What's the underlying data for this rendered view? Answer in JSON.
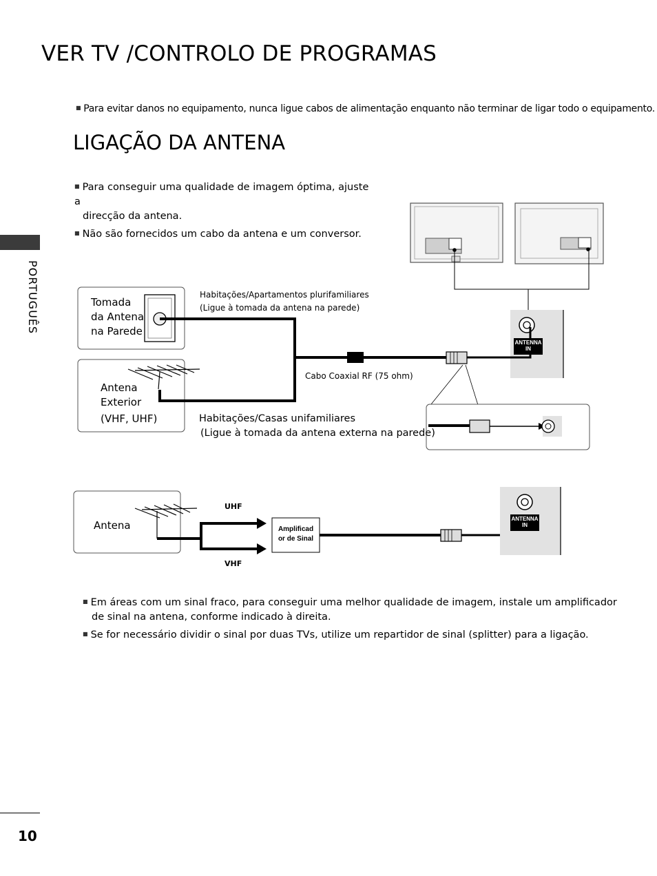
{
  "page": {
    "title": "VER TV /CONTROLO DE PROGRAMAS",
    "warning": "Para evitar danos no equipamento, nunca ligue cabos de alimentação enquanto não terminar de ligar todo o equipamento.",
    "section_title": "LIGAÇÃO DA ANTENA",
    "side_tab": "PORTUGUÊS",
    "page_number": "10"
  },
  "intro_bullets": [
    "Para conseguir uma qualidade de imagem óptima, ajuste a",
    "direcção da antena.",
    "Não são fornecidos um cabo da antena e um conversor."
  ],
  "diagram1": {
    "wall_socket_label": [
      "Tomada",
      "da Antena",
      "na Parede"
    ],
    "outdoor_antenna_label": [
      "Antena",
      "Exterior",
      "(VHF, UHF)"
    ],
    "multi_family": [
      "Habitações/Apartamentos plurifamiliares",
      "(Ligue à tomada da antena na parede)"
    ],
    "single_family": [
      "Habitações/Casas unifamiliares",
      "(Ligue à tomada da antena externa na parede)"
    ],
    "cable_label": "Cabo Coaxial RF (75 ohm)",
    "port_label": [
      "ANTENNA",
      "IN"
    ]
  },
  "diagram2": {
    "antenna_label": "Antena",
    "uhf": "UHF",
    "vhf": "VHF",
    "amplifier": [
      "Amplificad",
      "or de Sinal"
    ],
    "port_label": [
      "ANTENNA",
      "IN"
    ]
  },
  "bottom_bullets": [
    "Em áreas com um sinal fraco, para conseguir uma melhor qualidade de imagem, instale um amplificador",
    "de sinal na antena, conforme indicado à direita.",
    "Se for necessário dividir o sinal por duas TVs, utilize um repartidor de sinal (splitter) para a ligação."
  ]
}
